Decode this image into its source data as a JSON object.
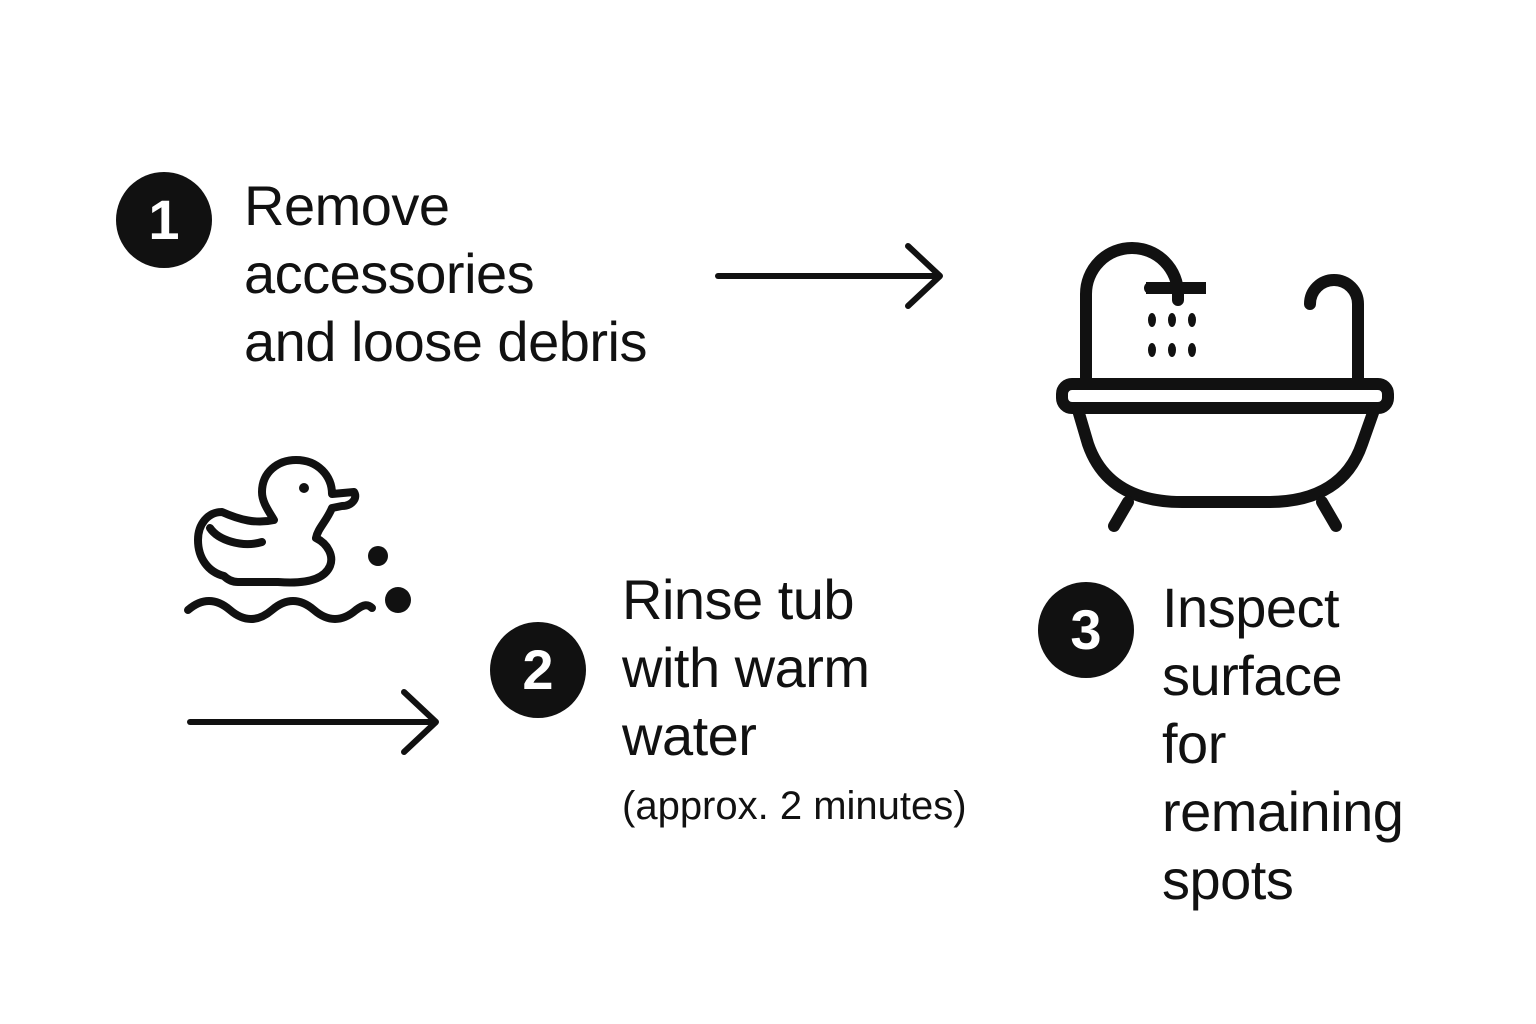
{
  "steps": [
    {
      "number": "1",
      "lines": [
        "Remove",
        "accessories",
        "and loose debris"
      ]
    },
    {
      "number": "2",
      "lines": [
        "Rinse tub",
        "with warm",
        "water"
      ],
      "note": "(approx. 2 minutes)"
    },
    {
      "number": "3",
      "lines": [
        "Inspect",
        "surface",
        "for",
        "remaining",
        "spots"
      ]
    }
  ],
  "icons": {
    "bathtub": "bathtub-with-shower-icon",
    "duck": "rubber-duck-icon",
    "arrow": "arrow-right-icon"
  },
  "colors": {
    "ink": "#111111",
    "background": "#ffffff"
  }
}
